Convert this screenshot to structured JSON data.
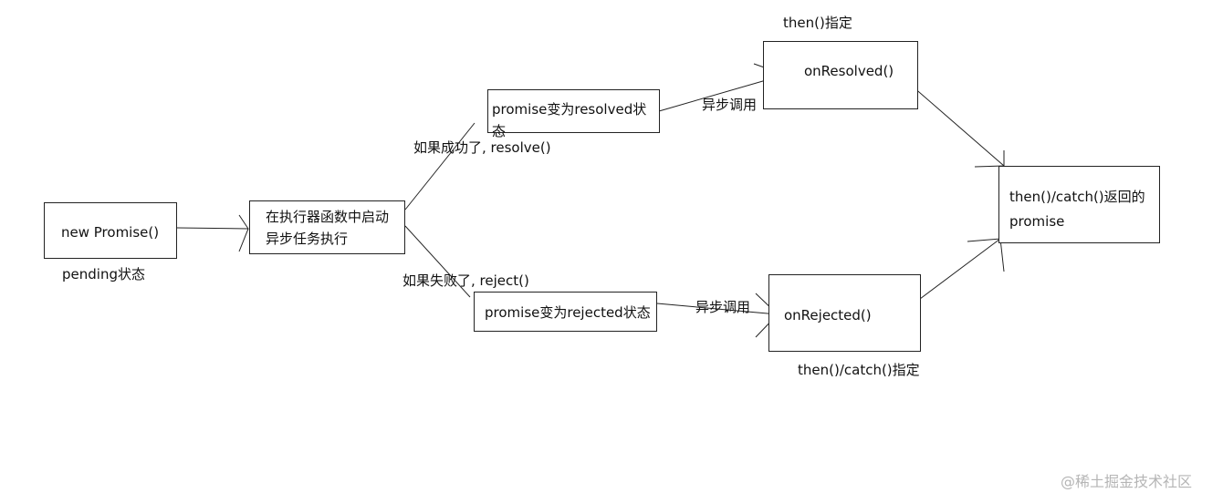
{
  "nodes": {
    "new_promise": "new Promise()",
    "executor": [
      "在执行器函数中启动",
      "异步任务执行"
    ],
    "resolved_state": "promise变为resolved状态",
    "rejected_state": "promise变为rejected状态",
    "on_resolved": "onResolved()",
    "on_rejected": "onRejected()",
    "returned_promise": [
      "then()/catch()返回的",
      "promise"
    ]
  },
  "labels": {
    "pending": "pending状态",
    "if_success": "如果成功了, resolve()",
    "if_fail": "如果失败了, reject()",
    "async_call_top": "异步调用",
    "async_call_bottom": "异步调用",
    "then_specified": "then()指定",
    "then_catch_specified": "then()/catch()指定"
  },
  "watermark": "@稀土掘金技术社区",
  "colors": {
    "stroke": "#222222",
    "text": "#111111",
    "watermark": "#b5b5b5"
  }
}
